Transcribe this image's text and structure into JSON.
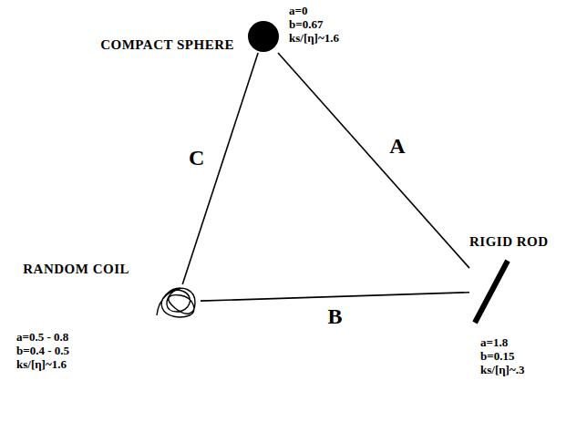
{
  "diagram": {
    "nodes": [
      {
        "text": [
          "COMPACT SPHERE",
          "a=0",
          "b=0.67",
          "ks/[η]~1.6"
        ]
      },
      {
        "text": [
          "RANDOM COIL",
          "a=0.5 - 0.8",
          "b=0.4 - 0.5",
          "ks/[η]~1.6"
        ]
      },
      {
        "text": [
          "RIGID ROD",
          "a=1.8",
          "b=0.15",
          "ks/[η]~.3"
        ]
      }
    ],
    "edges": [
      {
        "from": 0,
        "to": 2,
        "arrow": "none",
        "label": "A"
      },
      {
        "from": 1,
        "to": 2,
        "arrow": "none",
        "label": "B"
      },
      {
        "from": 0,
        "to": 1,
        "arrow": "none",
        "label": "C"
      }
    ]
  }
}
